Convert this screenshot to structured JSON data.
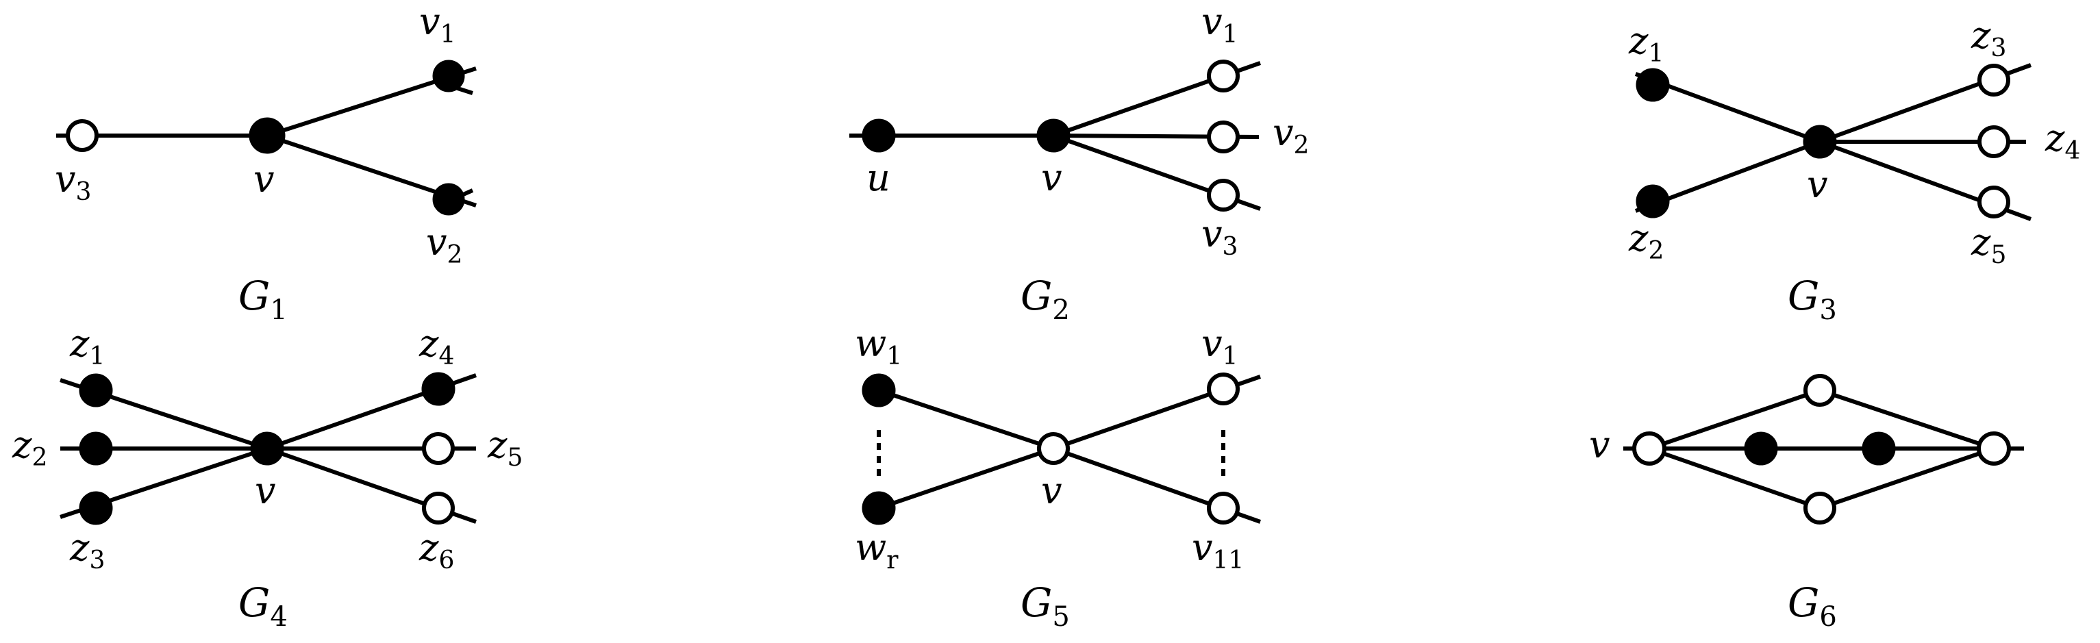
{
  "graphs": {
    "g1": {
      "title": "G",
      "title_sub": "1",
      "labels": {
        "v": "v",
        "v1": "v",
        "v1_sub": "1",
        "v2": "v",
        "v2_sub": "2",
        "v3": "v",
        "v3_sub": "3"
      }
    },
    "g2": {
      "title": "G",
      "title_sub": "2",
      "labels": {
        "u": "u",
        "v": "v",
        "v1": "v",
        "v1_sub": "1",
        "v2": "v",
        "v2_sub": "2",
        "v3": "v",
        "v3_sub": "3"
      }
    },
    "g3": {
      "title": "G",
      "title_sub": "3",
      "labels": {
        "v": "v",
        "z1": "z",
        "z1_sub": "1",
        "z2": "z",
        "z2_sub": "2",
        "z3": "z",
        "z3_sub": "3",
        "z4": "z",
        "z4_sub": "4",
        "z5": "z",
        "z5_sub": "5"
      }
    },
    "g4": {
      "title": "G",
      "title_sub": "4",
      "labels": {
        "v": "v",
        "z1": "z",
        "z1_sub": "1",
        "z2": "z",
        "z2_sub": "2",
        "z3": "z",
        "z3_sub": "3",
        "z4": "z",
        "z4_sub": "4",
        "z5": "z",
        "z5_sub": "5",
        "z6": "z",
        "z6_sub": "6"
      }
    },
    "g5": {
      "title": "G",
      "title_sub": "5",
      "labels": {
        "v": "v",
        "w1": "w",
        "w1_sub": "1",
        "wr": "w",
        "wr_sub": "r",
        "v1": "v",
        "v1_sub": "1",
        "v11": "v",
        "v11_sub": "11"
      }
    },
    "g6": {
      "title": "G",
      "title_sub": "6",
      "labels": {
        "v": "v"
      }
    }
  },
  "colors": {
    "stroke": "#000000",
    "filled_node": "#000000",
    "open_node": "#ffffff"
  }
}
